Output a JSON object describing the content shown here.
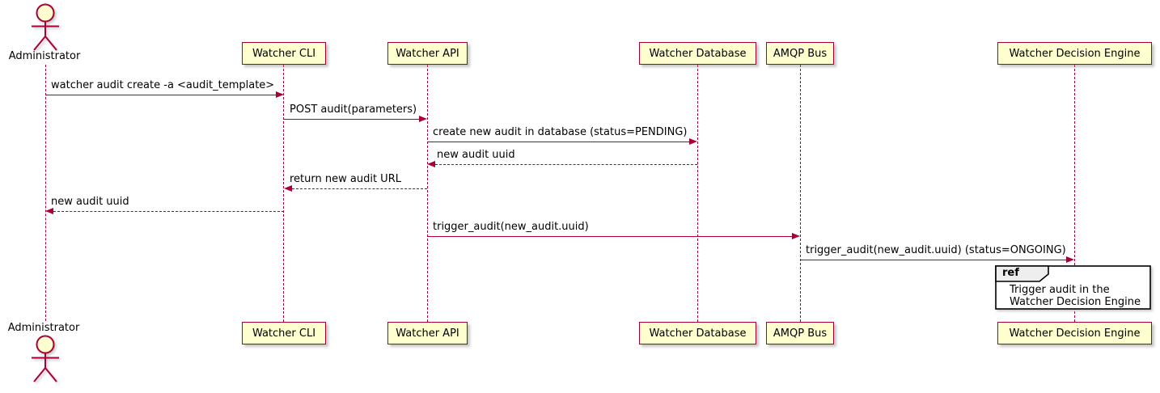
{
  "diagram": {
    "type": "sequence-diagram",
    "actor": {
      "name": "Administrator"
    },
    "participants": [
      {
        "label": "Watcher CLI"
      },
      {
        "label": "Watcher API"
      },
      {
        "label": "Watcher Database"
      },
      {
        "label": "AMQP Bus"
      },
      {
        "label": "Watcher Decision Engine"
      }
    ],
    "messages": [
      {
        "from": "Administrator",
        "to": "Watcher CLI",
        "label": "watcher audit create -a <audit_template>",
        "line": "solid",
        "direction": "right"
      },
      {
        "from": "Watcher CLI",
        "to": "Watcher API",
        "label": "POST audit(parameters)",
        "line": "solid",
        "direction": "right"
      },
      {
        "from": "Watcher API",
        "to": "Watcher Database",
        "label": "create new audit in database (status=PENDING)",
        "line": "solid",
        "direction": "right"
      },
      {
        "from": "Watcher Database",
        "to": "Watcher API",
        "label": "new audit uuid",
        "line": "dashed",
        "direction": "left"
      },
      {
        "from": "Watcher API",
        "to": "Watcher CLI",
        "label": "return new audit URL",
        "line": "dashed",
        "direction": "left"
      },
      {
        "from": "Watcher CLI",
        "to": "Administrator",
        "label": "new audit uuid",
        "line": "dashed",
        "direction": "left"
      },
      {
        "from": "Watcher API",
        "to": "AMQP Bus",
        "label": "trigger_audit(new_audit.uuid)",
        "line": "solid",
        "direction": "right"
      },
      {
        "from": "AMQP Bus",
        "to": "Watcher Decision Engine",
        "label": "trigger_audit(new_audit.uuid) (status=ONGOING)",
        "line": "solid",
        "direction": "right"
      }
    ],
    "ref": {
      "keyword": "ref",
      "line1": "Trigger audit in the",
      "line2": "Watcher Decision Engine"
    },
    "colors": {
      "participant_fill": "#FEFECE",
      "stroke": "#A80036",
      "ref_header_fill": "#EEEEEE",
      "frame_border": "#000000",
      "text": "#000000"
    }
  }
}
